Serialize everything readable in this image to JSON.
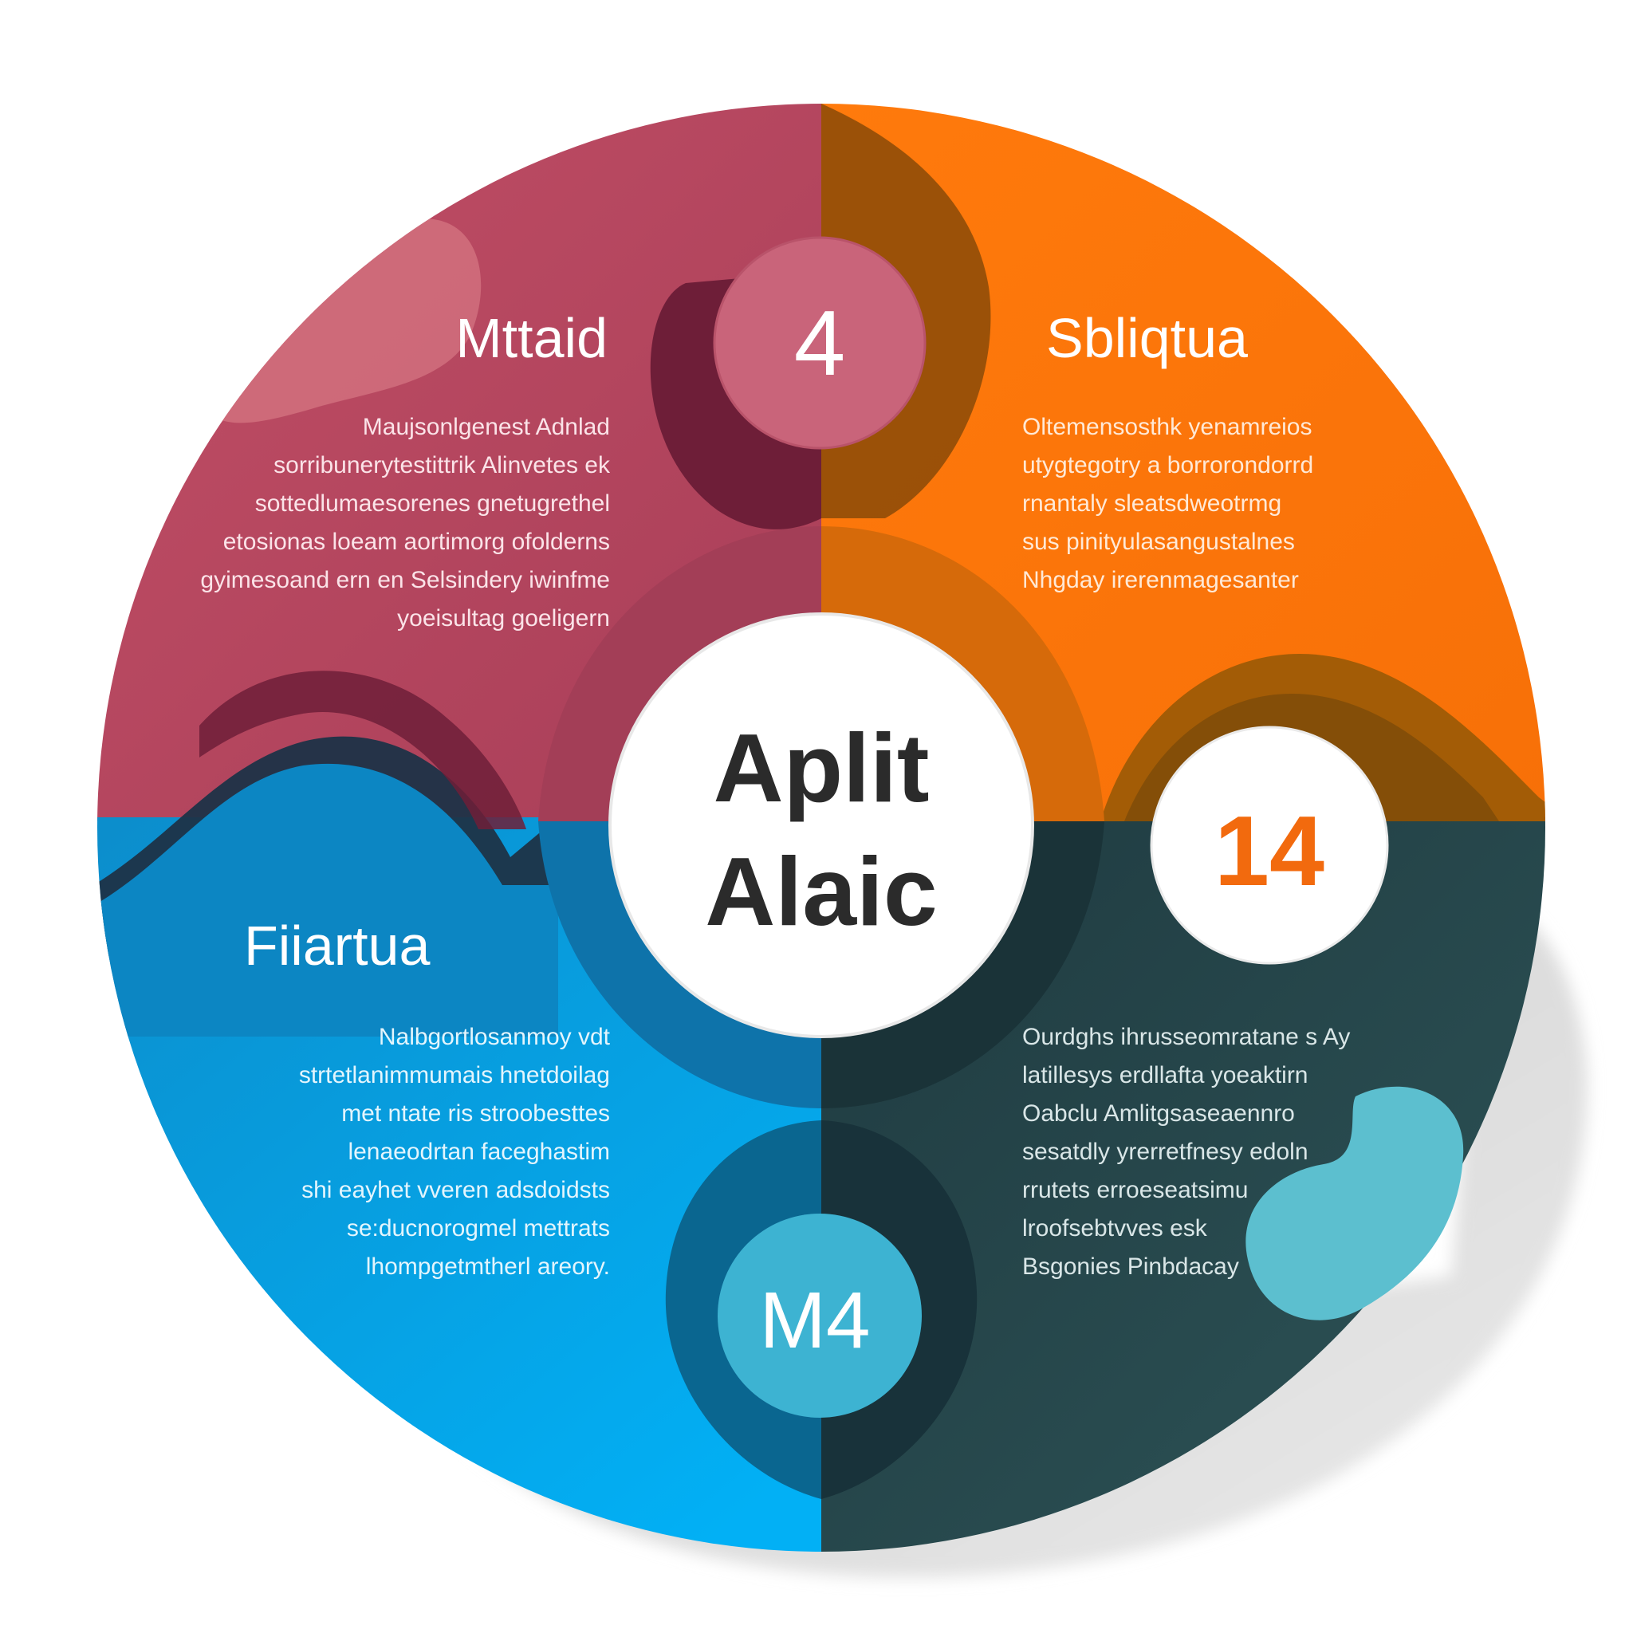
{
  "colors": {
    "maroon": "#B94C63",
    "maroon_dark": "#6E1E38",
    "orange": "#FF7A0C",
    "orange_dark": "#8A4A08",
    "blue": "#07A2E6",
    "blue_dark": "#0D6FA0",
    "slate": "#274B50",
    "slate_dark": "#173035",
    "teal_badge": "#3DB3D2",
    "teal_blob": "#5CBFCF",
    "pink_badge": "#C9647A",
    "center_text": "#2B2B2B",
    "badge_orange_text": "#F26A0E"
  },
  "center": {
    "line1": "Aplit",
    "line2": "Alaic"
  },
  "badges": {
    "top": "4",
    "right": "14",
    "bottom": "M4"
  },
  "sections": {
    "top_left": {
      "title": "Mttaid",
      "lines": [
        "Maujsonlgenest Adnlad",
        "sorribunerytestittrik Alinvetes ek",
        "sottedlumaesorenes gnetugrethel",
        "etosionas loeam aortimorg ofolderns",
        "gyimesoand ern en Selsindery iwinfme",
        "yoeisultag goeligern"
      ]
    },
    "top_right": {
      "title": "Sbliqtua",
      "lines": [
        "Oltemensosthk yenamreios",
        "utygtegotry a borrorondorrd",
        "rnantaly sleatsdweotrmg",
        "sus pinityulasangustalnes",
        "Nhgday irerenmagesanter"
      ]
    },
    "bottom_left": {
      "title": "Fiiartua",
      "lines": [
        "Nalbgortlosanmoy vdt",
        "strtetlanimmumais hnetdoilag",
        "met ntate ris stroobesttes",
        "lenaeodrtan faceghastim",
        "shi eayhet vveren adsdoidsts",
        "se:ducnorogmel mettrats",
        "lhompgetmtherl areory."
      ]
    },
    "bottom_right": {
      "lines": [
        "Ourdghs ihrusseomratane s Ay",
        "latillesys erdllafta yoeaktirn",
        "Oabclu Amlitgsaseaennro",
        "sesatdly yrerretfnesy edoln",
        "rrutets erroeseatsimu",
        "lroofsebtvves esk",
        "Bsgonies Pinbdacay"
      ]
    }
  }
}
